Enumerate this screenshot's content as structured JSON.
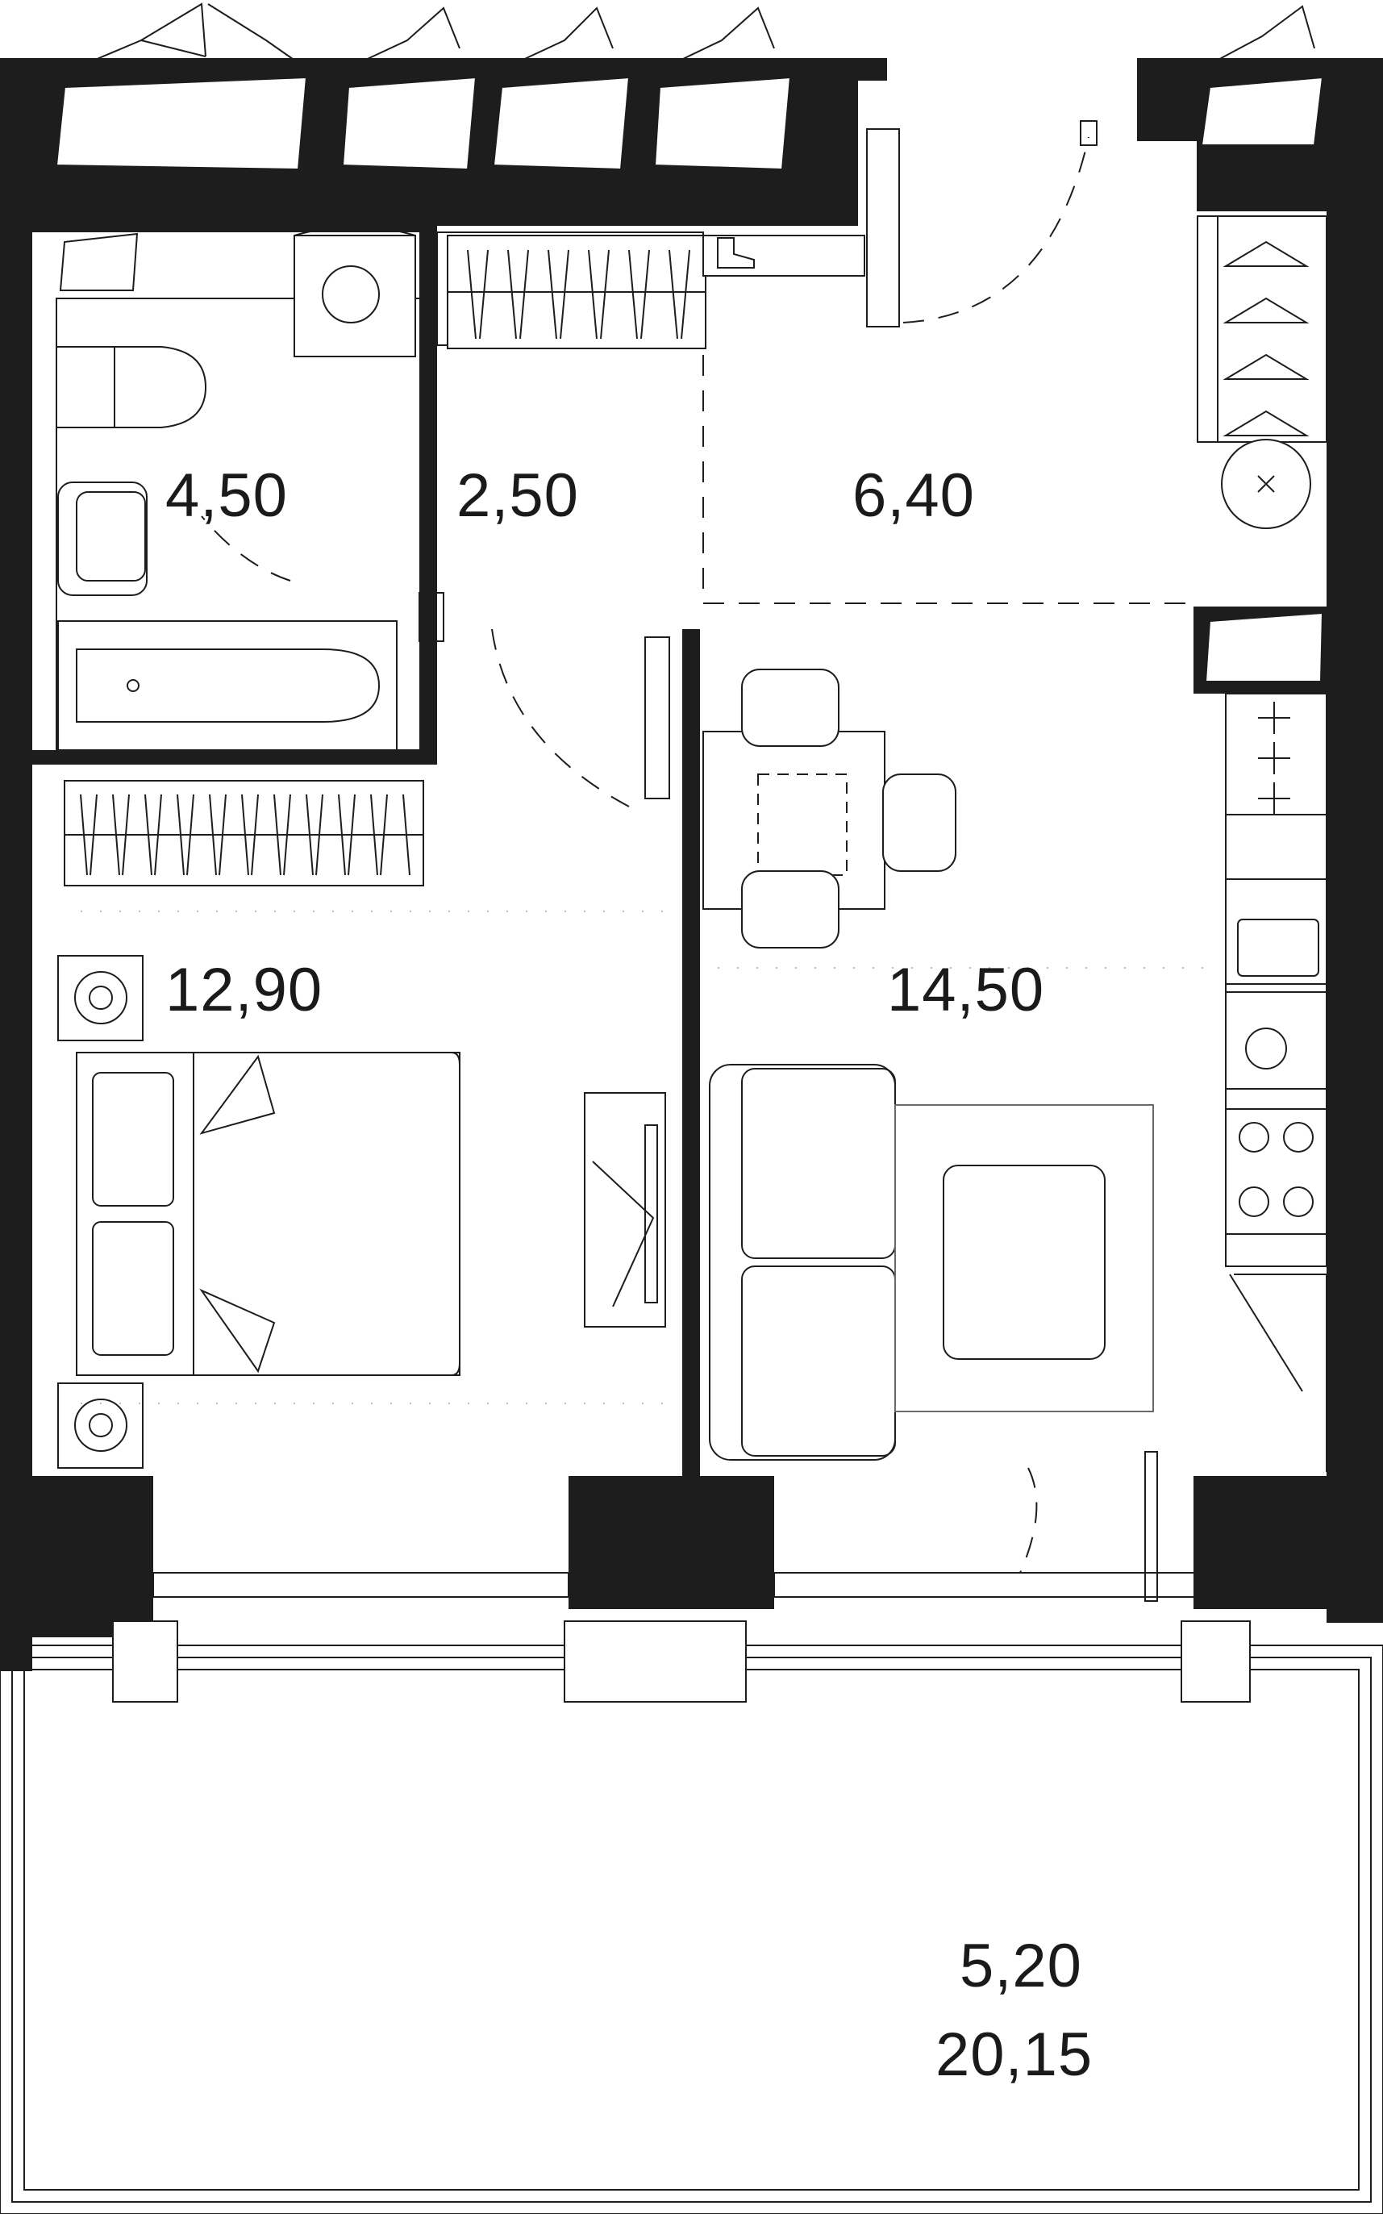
{
  "plan": {
    "rooms": [
      {
        "id": "bathroom",
        "area": "4,50"
      },
      {
        "id": "corridor",
        "area": "2,50"
      },
      {
        "id": "hallway",
        "area": "6,40"
      },
      {
        "id": "bedroom",
        "area": "12,90"
      },
      {
        "id": "living-kitchen",
        "area": "14,50"
      },
      {
        "id": "balcony",
        "area": "5,20"
      }
    ],
    "balcony_extra": "20,15"
  },
  "colors": {
    "wall": "#1d1d1d",
    "line": "#1d1d1d",
    "background": "#ffffff"
  }
}
